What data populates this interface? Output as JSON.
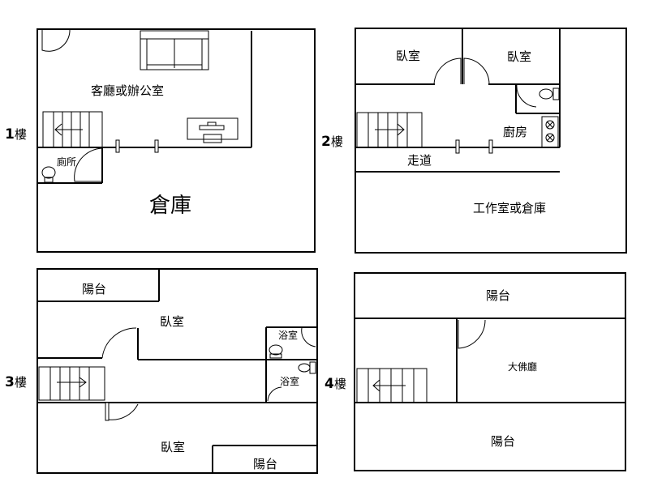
{
  "floors": {
    "f1": {
      "num": "1",
      "suffix": "樓",
      "living": "客廳或辦公室",
      "toilet": "廁所",
      "garage": "倉庫"
    },
    "f2": {
      "num": "2",
      "suffix": "樓",
      "bedroom_a": "臥室",
      "bedroom_b": "臥室",
      "kitchen": "廚房",
      "corridor": "走道",
      "workshop": "工作室或倉庫"
    },
    "f3": {
      "num": "3",
      "suffix": "樓",
      "balcony_top": "陽台",
      "bedroom_top": "臥室",
      "bath_a": "浴室",
      "bath_b": "浴室",
      "bedroom_bottom": "臥室",
      "balcony_bottom": "陽台"
    },
    "f4": {
      "num": "4",
      "suffix": "樓",
      "balcony_top": "陽台",
      "buddha_hall": "大佛廳",
      "balcony_bottom": "陽台"
    }
  }
}
